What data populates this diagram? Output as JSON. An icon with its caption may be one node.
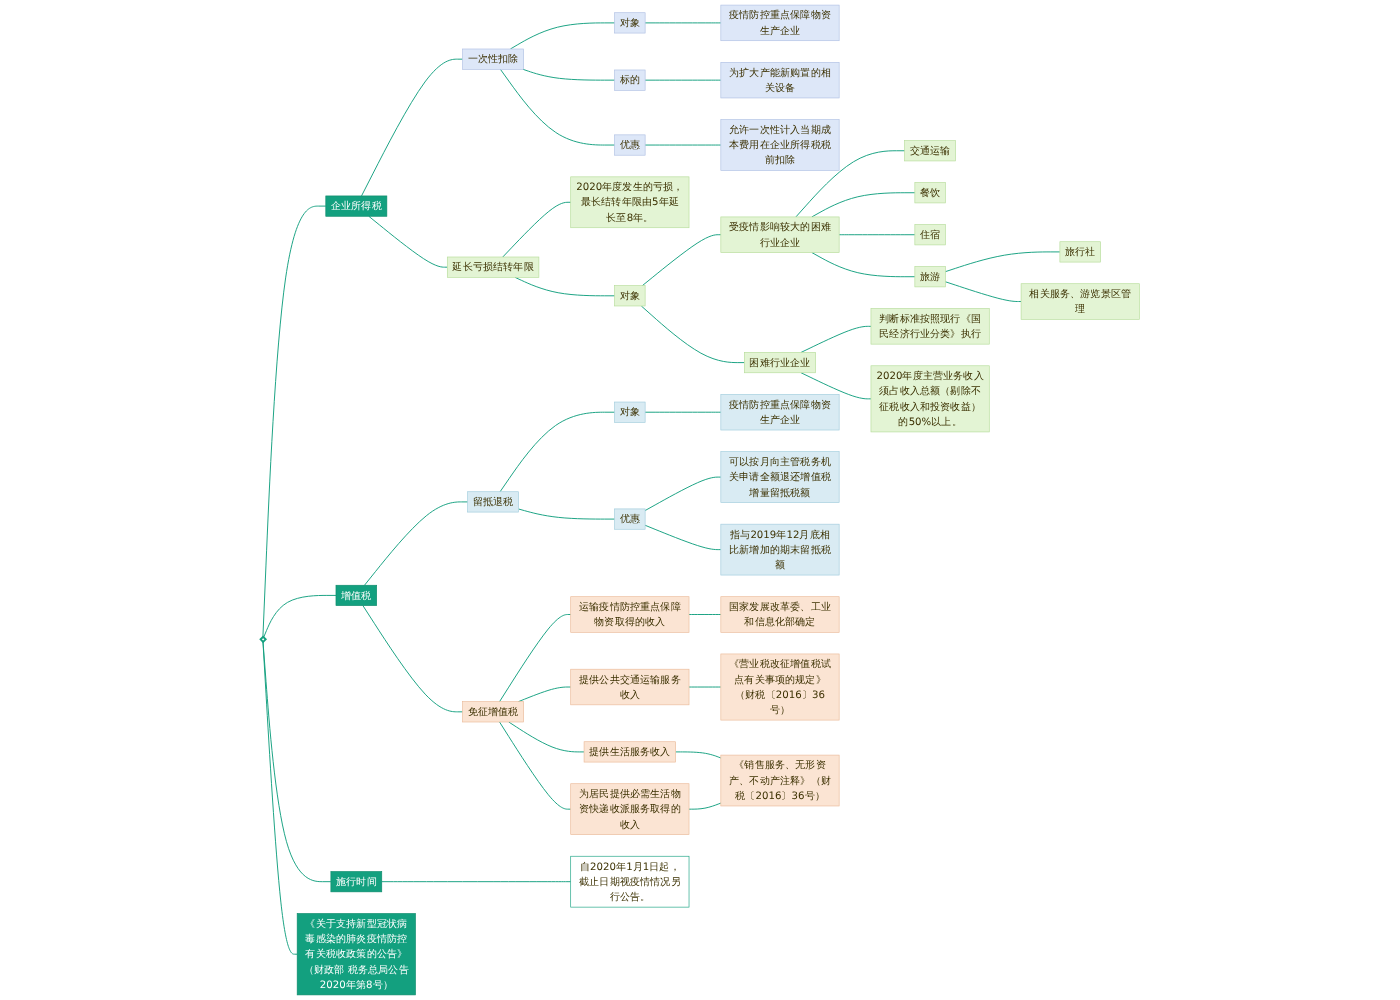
{
  "diagram": {
    "nodes": [
      {
        "text": [],
        "shape": "diamond"
      },
      {
        "text": [
          "《关于支持新型冠状病毒感染的肺炎疫情防控有关税收政策的公告》（财政部 税务总局公告2020年第8号）"
        ]
      },
      {
        "text": [
          "企业所得税"
        ]
      },
      {
        "text": [
          "一次性扣除"
        ]
      },
      {
        "text": [
          "对象"
        ]
      },
      {
        "text": [
          "疫情防控重点保障物资生产企业"
        ]
      },
      {
        "text": [
          "标的"
        ]
      },
      {
        "text": [
          "为扩大产能新购置的相关设备"
        ]
      },
      {
        "text": [
          "优惠"
        ]
      },
      {
        "text": [
          "允许一次性计入当期成本费用在企业所得税税前扣除"
        ]
      },
      {
        "text": [
          "延长亏损结转年限"
        ]
      },
      {
        "text": [
          "2020年度发生的亏损，最长结转年限由5年延长至8年。"
        ]
      },
      {
        "text": [
          "对象"
        ]
      },
      {
        "text": [
          "受疫情影响较大的困难行业企业"
        ]
      },
      {
        "text": [
          "交通运输"
        ]
      },
      {
        "text": [
          "餐饮"
        ]
      },
      {
        "text": [
          "住宿"
        ]
      },
      {
        "text": [
          "旅游"
        ]
      },
      {
        "text": [
          "旅行社"
        ]
      },
      {
        "text": [
          "相关服务、游览景区管理"
        ]
      },
      {
        "text": [
          "困难行业企业"
        ]
      },
      {
        "text": [
          "判断标准按照现行《国民经济行业分类》执行"
        ]
      },
      {
        "text": [
          "2020年度主营业务收入须占收入总额（剔除不征税收入和投资收益）的50%以上。"
        ]
      },
      {
        "text": [
          "增值税"
        ]
      },
      {
        "text": [
          "留抵退税"
        ]
      },
      {
        "text": [
          "对象"
        ]
      },
      {
        "text": [
          "疫情防控重点保障物资生产企业"
        ]
      },
      {
        "text": [
          "优惠"
        ]
      },
      {
        "text": [
          "可以按月向主管税务机关申请全额退还增值税增量留抵税额"
        ]
      },
      {
        "text": [
          "指与2019年12月底相比新增加的期末留抵税额"
        ]
      },
      {
        "text": [
          "免征增值税"
        ]
      },
      {
        "text": [
          "运输疫情防控重点保障物资取得的收入"
        ]
      },
      {
        "text": [
          "国家发展改革委、工业和信息化部确定"
        ]
      },
      {
        "text": [
          "提供公共交通运输服务收入"
        ]
      },
      {
        "text": [
          "《营业税改征增值税试点有关事项的规定》（财税〔2016〕36号）"
        ]
      },
      {
        "text": [
          "提供生活服务收入"
        ]
      },
      {
        "text": [
          "为居民提供必需生活物资快递收派服务取得的收入"
        ]
      },
      {
        "text": [
          "《销售服务、无形资产、不动产注释》（财税〔2016〕36号）"
        ]
      },
      {
        "text": [
          "施行时间"
        ]
      },
      {
        "text": [
          "自2020年1月1日起，截止日期视疫情情况另行公告。"
        ]
      }
    ],
    "edges": [
      {
        "from": 0,
        "to": 1,
        "arrow": "none"
      },
      {
        "from": 0,
        "to": 2,
        "arrow": "none"
      },
      {
        "from": 2,
        "to": 3,
        "arrow": "none"
      },
      {
        "from": 3,
        "to": 4,
        "arrow": "none"
      },
      {
        "from": 4,
        "to": 5,
        "arrow": "none"
      },
      {
        "from": 3,
        "to": 6,
        "arrow": "none"
      },
      {
        "from": 6,
        "to": 7,
        "arrow": "none"
      },
      {
        "from": 3,
        "to": 8,
        "arrow": "none"
      },
      {
        "from": 8,
        "to": 9,
        "arrow": "none"
      },
      {
        "from": 2,
        "to": 10,
        "arrow": "none"
      },
      {
        "from": 10,
        "to": 11,
        "arrow": "none"
      },
      {
        "from": 10,
        "to": 12,
        "arrow": "none"
      },
      {
        "from": 12,
        "to": 13,
        "arrow": "none"
      },
      {
        "from": 13,
        "to": 14,
        "arrow": "none"
      },
      {
        "from": 13,
        "to": 15,
        "arrow": "none"
      },
      {
        "from": 13,
        "to": 16,
        "arrow": "none"
      },
      {
        "from": 13,
        "to": 17,
        "arrow": "none"
      },
      {
        "from": 17,
        "to": 18,
        "arrow": "none"
      },
      {
        "from": 17,
        "to": 19,
        "arrow": "none"
      },
      {
        "from": 12,
        "to": 20,
        "arrow": "none"
      },
      {
        "from": 20,
        "to": 21,
        "arrow": "none"
      },
      {
        "from": 20,
        "to": 22,
        "arrow": "none"
      },
      {
        "from": 0,
        "to": 23,
        "arrow": "none"
      },
      {
        "from": 23,
        "to": 24,
        "arrow": "none"
      },
      {
        "from": 24,
        "to": 25,
        "arrow": "none"
      },
      {
        "from": 25,
        "to": 26,
        "arrow": "none"
      },
      {
        "from": 24,
        "to": 27,
        "arrow": "none"
      },
      {
        "from": 27,
        "to": 28,
        "arrow": "none"
      },
      {
        "from": 27,
        "to": 29,
        "arrow": "none"
      },
      {
        "from": 23,
        "to": 30,
        "arrow": "none"
      },
      {
        "from": 30,
        "to": 31,
        "arrow": "none"
      },
      {
        "from": 31,
        "to": 32,
        "arrow": "none"
      },
      {
        "from": 30,
        "to": 33,
        "arrow": "none"
      },
      {
        "from": 33,
        "to": 34,
        "arrow": "none"
      },
      {
        "from": 30,
        "to": 35,
        "arrow": "none"
      },
      {
        "from": 30,
        "to": 36,
        "arrow": "none"
      },
      {
        "from": 35,
        "to": 37,
        "arrow": "none"
      },
      {
        "from": 36,
        "to": 37,
        "arrow": "none"
      },
      {
        "from": 0,
        "to": 38,
        "arrow": "none"
      },
      {
        "from": 38,
        "to": 39,
        "arrow": "none"
      }
    ]
  }
}
